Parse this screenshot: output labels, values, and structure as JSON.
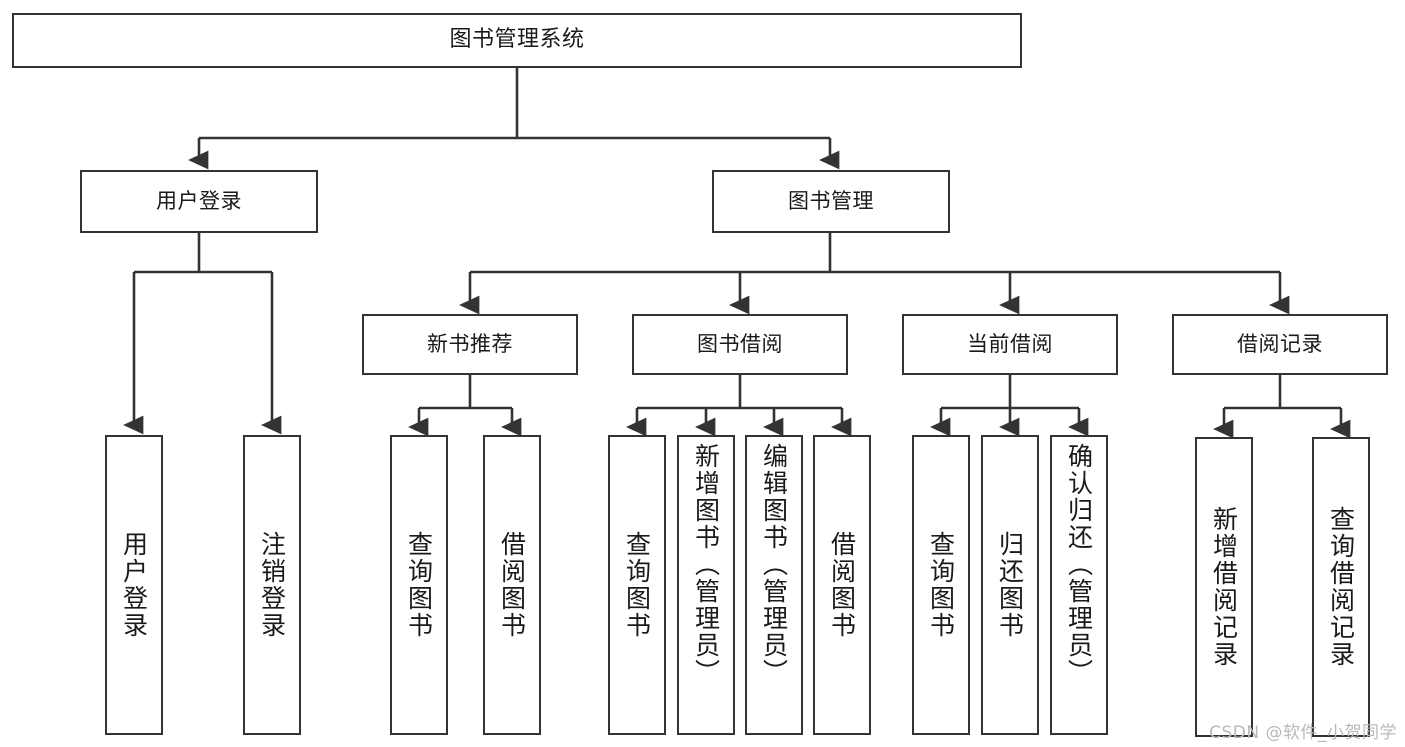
{
  "diagram": {
    "title": "图书管理系统",
    "watermark": "CSDN @软件_小贺同学",
    "stroke_color": "#333333",
    "fill_color": "#ffffff",
    "background": "#ffffff",
    "root": {
      "id": "root",
      "label": "图书管理系统"
    },
    "level2": [
      {
        "id": "user-login",
        "label": "用户登录"
      },
      {
        "id": "book-manage",
        "label": "图书管理"
      }
    ],
    "level3": [
      {
        "id": "new-book-rec",
        "label": "新书推荐",
        "parent": "book-manage"
      },
      {
        "id": "book-borrow",
        "label": "图书借阅",
        "parent": "book-manage"
      },
      {
        "id": "current-borrow",
        "label": "当前借阅",
        "parent": "book-manage"
      },
      {
        "id": "borrow-record",
        "label": "借阅记录",
        "parent": "book-manage"
      }
    ],
    "leaves": {
      "user-login": [
        {
          "id": "leaf-user-login",
          "label": "用户登录"
        },
        {
          "id": "leaf-logout",
          "label": "注销登录"
        }
      ],
      "new-book-rec": [
        {
          "id": "leaf-query-book-1",
          "label": "查询图书"
        },
        {
          "id": "leaf-borrow-book-1",
          "label": "借阅图书"
        }
      ],
      "book-borrow": [
        {
          "id": "leaf-query-book-2",
          "label": "查询图书"
        },
        {
          "id": "leaf-add-book",
          "label": "新增图书（管理员）"
        },
        {
          "id": "leaf-edit-book",
          "label": "编辑图书（管理员）"
        },
        {
          "id": "leaf-borrow-book-2",
          "label": "借阅图书"
        }
      ],
      "current-borrow": [
        {
          "id": "leaf-query-book-3",
          "label": "查询图书"
        },
        {
          "id": "leaf-return-book",
          "label": "归还图书"
        },
        {
          "id": "leaf-confirm-return",
          "label": "确认归还（管理员）"
        }
      ],
      "borrow-record": [
        {
          "id": "leaf-add-record",
          "label": "新增借阅记录"
        },
        {
          "id": "leaf-query-record",
          "label": "查询借阅记录"
        }
      ]
    }
  }
}
